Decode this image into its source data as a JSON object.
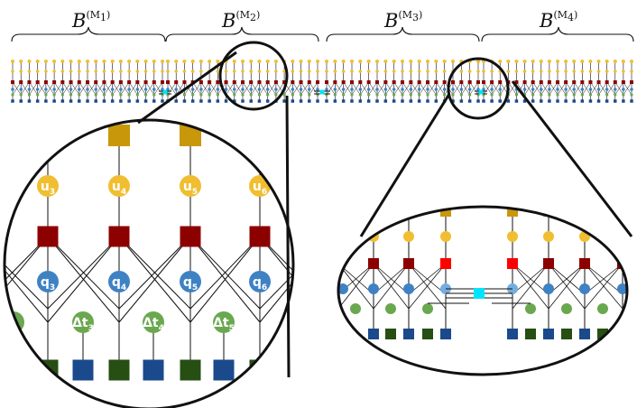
{
  "blocks": [
    {
      "base": "B",
      "sup": "(M",
      "sub": "1",
      "close": ")"
    },
    {
      "base": "B",
      "sup": "(M",
      "sub": "2",
      "close": ")"
    },
    {
      "base": "B",
      "sup": "(M",
      "sub": "3",
      "close": ")"
    },
    {
      "base": "B",
      "sup": "(M",
      "sub": "4",
      "close": ")"
    }
  ],
  "left_zoom": {
    "u_nodes": [
      {
        "base": "u",
        "sub": "3"
      },
      {
        "base": "u",
        "sub": "4"
      },
      {
        "base": "u",
        "sub": "5"
      },
      {
        "base": "u",
        "sub": "6"
      }
    ],
    "q_nodes": [
      {
        "base": "q",
        "sub": "3"
      },
      {
        "base": "q",
        "sub": "4"
      },
      {
        "base": "q",
        "sub": "5"
      },
      {
        "base": "q",
        "sub": "6"
      }
    ],
    "dt_nodes": [
      {
        "base": "Δt",
        "sub": "3"
      },
      {
        "base": "Δt",
        "sub": "4"
      },
      {
        "base": "Δt",
        "sub": "5"
      }
    ]
  },
  "colors": {
    "gold_square": "#c8980a",
    "gold_circle": "#f0be30",
    "dark_red": "#8c0000",
    "bright_red": "#ff0000",
    "blue_circle": "#3f82c4",
    "light_blue_circle": "#74aee0",
    "green_circle": "#6aa84f",
    "navy_square": "#1a4a8c",
    "dark_green_square": "#274e13",
    "cyan_link": "#00e5ff",
    "line": "#111111"
  }
}
